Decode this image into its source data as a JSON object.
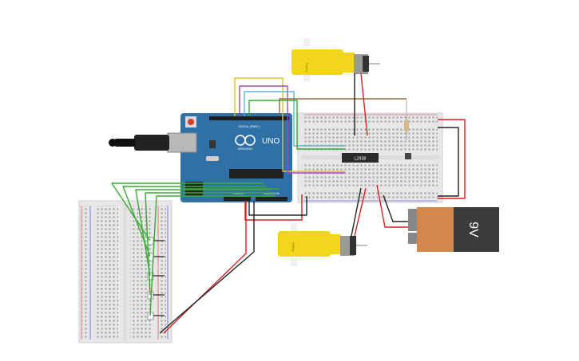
{
  "colors": {
    "background": "#ffffff",
    "arduino_board": "#2f71a7",
    "breadboard": "#e7e7e7",
    "motor_yellow": "#f2d61b",
    "battery_orange": "#d3874a",
    "battery_black": "#3b3b3b",
    "wire_red": "#d92020",
    "wire_black": "#222222",
    "wire_green": "#3aaa35",
    "wire_purple": "#a24bb5",
    "wire_yellow": "#e3c21a",
    "wire_cyan": "#5bb8d6",
    "wire_brown": "#9b6a3c",
    "wire_darkgreen": "#2e7d32"
  },
  "arduino": {
    "brand": "ARDUINO",
    "model": "UNO",
    "header_label": "DIGITAL (PWM~)",
    "analog_label": "ANALOG IN",
    "power_label": "POWER"
  },
  "motor_driver": {
    "chip_label": "L293D"
  },
  "battery": {
    "label": "9V"
  },
  "motors": [
    {
      "name": "top-motor",
      "label": "Hobby"
    },
    {
      "name": "bottom-motor",
      "label": "Hobby"
    }
  ]
}
